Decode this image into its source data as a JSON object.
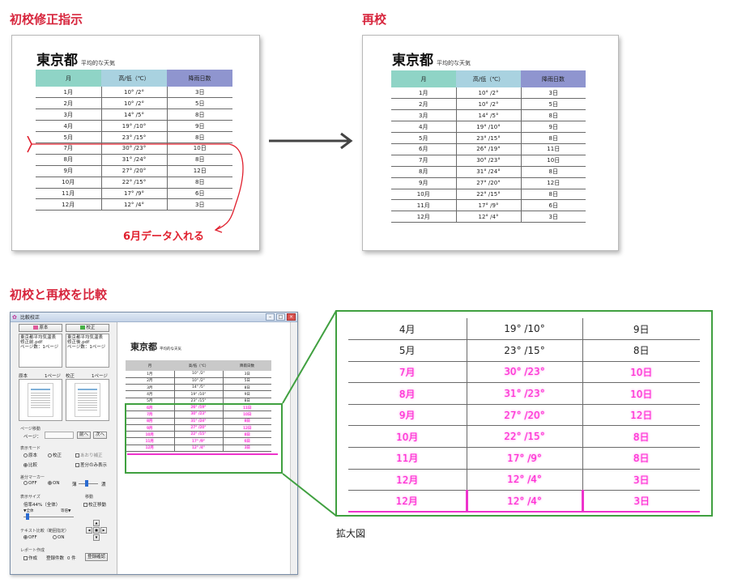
{
  "sections": {
    "first_proof": "初校修正指示",
    "second_proof": "再校",
    "compare": "初校と再校を比較"
  },
  "document": {
    "title": "東京都",
    "subtitle": "平均的な天気",
    "headers": [
      "月",
      "高/低（℃）",
      "降雨日数"
    ]
  },
  "first_proof": {
    "rows": [
      [
        "1月",
        "10° /2°",
        "3日"
      ],
      [
        "2月",
        "10° /2°",
        "5日"
      ],
      [
        "3月",
        "14° /5°",
        "8日"
      ],
      [
        "4月",
        "19° /10°",
        "9日"
      ],
      [
        "5月",
        "23° /15°",
        "8日"
      ],
      [
        "7月",
        "30° /23°",
        "10日"
      ],
      [
        "8月",
        "31° /24°",
        "8日"
      ],
      [
        "9月",
        "27° /20°",
        "12日"
      ],
      [
        "10月",
        "22° /15°",
        "8日"
      ],
      [
        "11月",
        "17° /9°",
        "6日"
      ],
      [
        "12月",
        "12° /4°",
        "3日"
      ]
    ],
    "annotation": "6月データ入れる"
  },
  "second_proof": {
    "rows": [
      [
        "1月",
        "10° /2°",
        "3日"
      ],
      [
        "2月",
        "10° /2°",
        "5日"
      ],
      [
        "3月",
        "14° /5°",
        "8日"
      ],
      [
        "4月",
        "19° /10°",
        "9日"
      ],
      [
        "5月",
        "23° /15°",
        "8日"
      ],
      [
        "6月",
        "26° /19°",
        "11日"
      ],
      [
        "7月",
        "30° /23°",
        "10日"
      ],
      [
        "8月",
        "31° /24°",
        "8日"
      ],
      [
        "9月",
        "27° /20°",
        "12日"
      ],
      [
        "10月",
        "22° /15°",
        "8日"
      ],
      [
        "11月",
        "17° /9°",
        "6日"
      ],
      [
        "12月",
        "12° /4°",
        "3日"
      ]
    ]
  },
  "compare_window": {
    "title": "比較校正",
    "original_button": "原本",
    "proof_button": "校正",
    "original_info": [
      "東京都平均気温表",
      "修正前.pdf",
      "ページ数：1ページ"
    ],
    "proof_info": [
      "東京都平均気温表",
      "修正後.pdf",
      "ページ数：1ページ"
    ],
    "original_label": "原本",
    "original_page": "1ページ",
    "proof_label": "校正",
    "proof_page": "1ページ",
    "page_move_label": "ページ移動",
    "page_label": "ページ：",
    "prev_button": "前へ",
    "next_button": "次へ",
    "display_mode_label": "表示モード",
    "mode_original": "原本",
    "mode_proof": "校正",
    "mode_apply": "あおり補正",
    "mode_compare": "比較",
    "diff_only": "差分のみ表示",
    "diff_marker_label": "差分マーカー",
    "marker_off": "OFF",
    "marker_on": "ON",
    "light": "薄",
    "dark": "濃",
    "display_size_label": "表示サイズ",
    "zoom_text": "倍率44%（全体）",
    "fit_all": "▼全体",
    "actual_size": "等倍▼",
    "move_label": "移動",
    "proof_move": "校正移動",
    "text_compare_label": "テキスト比較（範囲指定）",
    "text_off": "OFF",
    "text_on": "ON",
    "report_label": "レポート作成",
    "create": "作成",
    "registered": "登録件数",
    "registered_count": "0 件",
    "register_confirm": "登録確認"
  },
  "compare_view": {
    "rows": [
      [
        "1月",
        "10° /2°",
        "3日"
      ],
      [
        "2月",
        "10° /2°",
        "5日"
      ],
      [
        "3月",
        "14° /5°",
        "8日"
      ],
      [
        "4月",
        "19° /10°",
        "9日"
      ],
      [
        "5月",
        "23° /15°",
        "8日"
      ],
      [
        "6月",
        "26° /19°",
        "11日"
      ],
      [
        "7月",
        "30° /23°",
        "10日"
      ],
      [
        "8月",
        "31° /24°",
        "8日"
      ],
      [
        "9月",
        "27° /20°",
        "12日"
      ],
      [
        "10月",
        "22° /15°",
        "8日"
      ],
      [
        "11月",
        "17° /9°",
        "6日"
      ],
      [
        "12月",
        "12° /4°",
        "3日"
      ]
    ]
  },
  "zoom": {
    "rows": [
      [
        "4月",
        "19° /10°",
        "9日"
      ],
      [
        "5月",
        "23° /15°",
        "8日"
      ],
      [
        "7月",
        "30° /23°",
        "10日"
      ],
      [
        "8月",
        "31° /23°",
        "10日"
      ],
      [
        "9月",
        "27° /20°",
        "12日"
      ],
      [
        "10月",
        "22° /15°",
        "8日"
      ],
      [
        "11月",
        "17° /9°",
        "8日"
      ],
      [
        "12月",
        "12° /4°",
        "3日"
      ],
      [
        "12月",
        "12° /4°",
        "3日"
      ]
    ],
    "label": "拡大図"
  },
  "colors": {
    "accent_red": "#d7263d",
    "diff_pink": "#ff2bd3",
    "zoom_frame": "#40a040"
  }
}
